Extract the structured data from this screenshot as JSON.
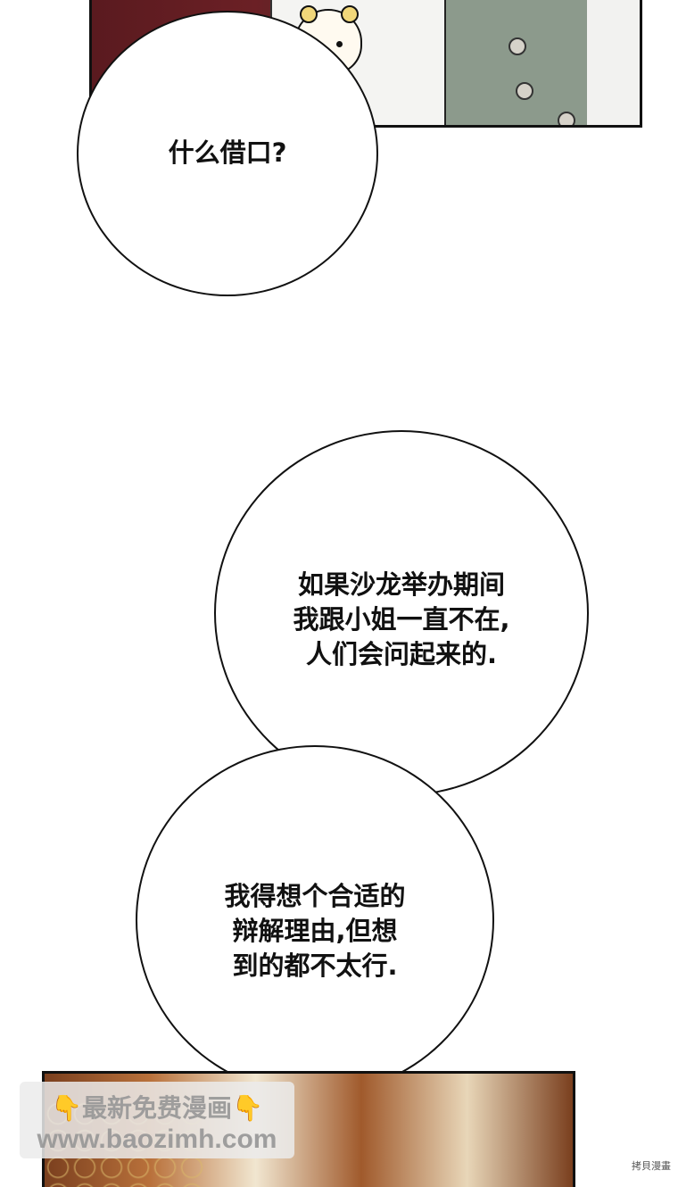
{
  "bubbles": {
    "b1": "什么借口?",
    "b2": "如果沙龙举办期间\n我跟小姐一直不在,\n人们会问起来的.",
    "b3": "我得想个合适的\n辩解理由,但想\n到的都不太行."
  },
  "watermark": {
    "line1": "最新免费漫画",
    "line2": "www.baozimh.com",
    "hand_icon": "pointing-down-hand-icon"
  },
  "corner_mark": "拷貝漫畫",
  "colors": {
    "bubble_fill": "#ffffff",
    "outline": "#111111",
    "curtain_red": "#6b2025",
    "vest_green": "#8c9a8c"
  }
}
